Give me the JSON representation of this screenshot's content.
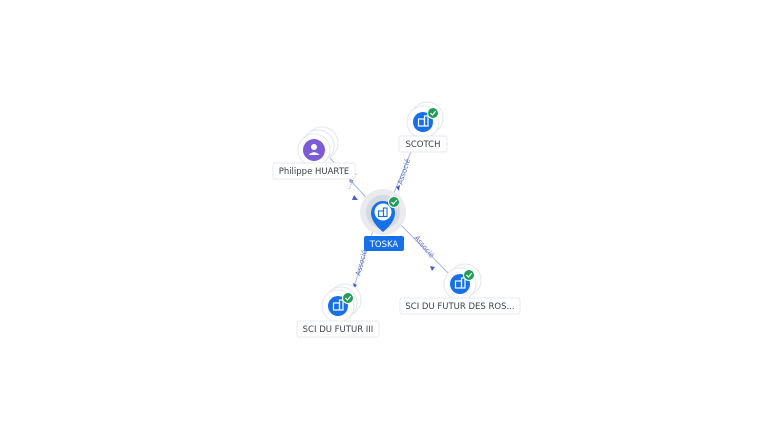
{
  "graph": {
    "center": {
      "label": "TOSKA",
      "verified": true,
      "icon": "company-building-icon"
    },
    "nodes": [
      {
        "id": "philippe",
        "label": "Philippe HUARTE",
        "kind": "person",
        "verified": false,
        "icon": "person-icon"
      },
      {
        "id": "scotch",
        "label": "SCOTCH",
        "kind": "company",
        "verified": true,
        "icon": "company-building-icon"
      },
      {
        "id": "futur3",
        "label": "SCI DU FUTUR III",
        "kind": "company",
        "verified": true,
        "icon": "company-building-icon"
      },
      {
        "id": "futurros",
        "label": "SCI DU FUTUR DES ROS...",
        "kind": "company",
        "verified": true,
        "icon": "company-building-icon"
      }
    ],
    "edges": [
      {
        "from": "philippe",
        "label": "...ant"
      },
      {
        "from": "scotch",
        "label": "Associé"
      },
      {
        "from": "futur3",
        "label": "Associé"
      },
      {
        "from": "futurros",
        "label": "Associé"
      }
    ],
    "colors": {
      "company": "#1670e8",
      "person": "#7b5cd6",
      "verified": "#1f9d55",
      "edge": "#a9b8e6",
      "edge_label": "#5a6fd0"
    }
  }
}
